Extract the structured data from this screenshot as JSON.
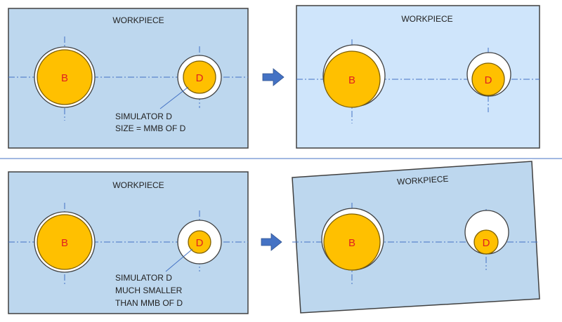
{
  "colors": {
    "plate_fill": "#bdd7ee",
    "plate_fill_light": "#cfe5fb",
    "plate_stroke": "#404040",
    "hole_fill": "#ffffff",
    "simulator_fill": "#ffc000",
    "simulator_stroke": "#7f6000",
    "center_line": "#4472c4",
    "arrow_fill": "#4472c4",
    "hole_label": "#e02020",
    "divider": "#4472c4"
  },
  "icons": [
    "right-arrow-icon"
  ],
  "top_row": {
    "left_panel": {
      "title": "WORKPIECE",
      "hole_b_label": "B",
      "hole_d_label": "D",
      "note_lines": [
        "SIMULATOR D",
        "SIZE = MMB OF D"
      ]
    },
    "right_panel": {
      "title": "WORKPIECE",
      "hole_b_label": "B",
      "hole_d_label": "D"
    }
  },
  "bottom_row": {
    "left_panel": {
      "title": "WORKPIECE",
      "hole_b_label": "B",
      "hole_d_label": "D",
      "note_lines": [
        "SIMULATOR D",
        "MUCH SMALLER",
        "THAN MMB OF D"
      ]
    },
    "right_panel": {
      "title": "WORKPIECE",
      "hole_b_label": "B",
      "hole_d_label": "D"
    }
  }
}
